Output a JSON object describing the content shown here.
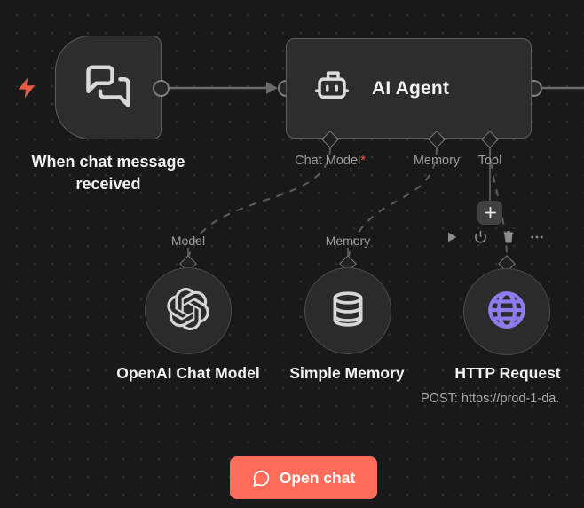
{
  "canvas": {
    "bg": "#191919",
    "dot_color": "#2f2f2f"
  },
  "palette": {
    "accent": "#ff6d5a",
    "bolt": "#e85a43",
    "node_fill": "#2d2d2d",
    "node_border": "#5e5e5e",
    "edge": "#6b6b6b",
    "edge_dashed": "#5c5c5c",
    "label_text": "#f2f2f2",
    "muted_text": "#9d9d9d",
    "http_purple": "#8d7cec",
    "asterisk_red": "#f05c4e"
  },
  "trigger_node": {
    "title": "When chat message received",
    "icon": "chat-bubbles-icon"
  },
  "agent_node": {
    "title": "AI Agent",
    "icon": "robot-icon",
    "required_mark": "*",
    "ports": [
      {
        "label": "Chat Model",
        "required": true
      },
      {
        "label": "Memory",
        "required": false
      },
      {
        "label": "Tool",
        "required": false
      }
    ]
  },
  "sub_nodes": [
    {
      "port_label": "Model",
      "title": "OpenAI Chat Model",
      "icon": "openai-logo-icon"
    },
    {
      "port_label": "Memory",
      "title": "Simple Memory",
      "icon": "database-icon"
    },
    {
      "port_label": "",
      "title": "HTTP Request",
      "subtitle": "POST: https://prod-1-da.",
      "icon": "globe-icon"
    }
  ],
  "node_toolbar": {
    "add_label": "+",
    "icons": [
      "play-icon",
      "power-icon",
      "trash-icon",
      "ellipsis-icon"
    ]
  },
  "chat_button": {
    "label": "Open chat",
    "icon": "chat-bubble-icon"
  }
}
